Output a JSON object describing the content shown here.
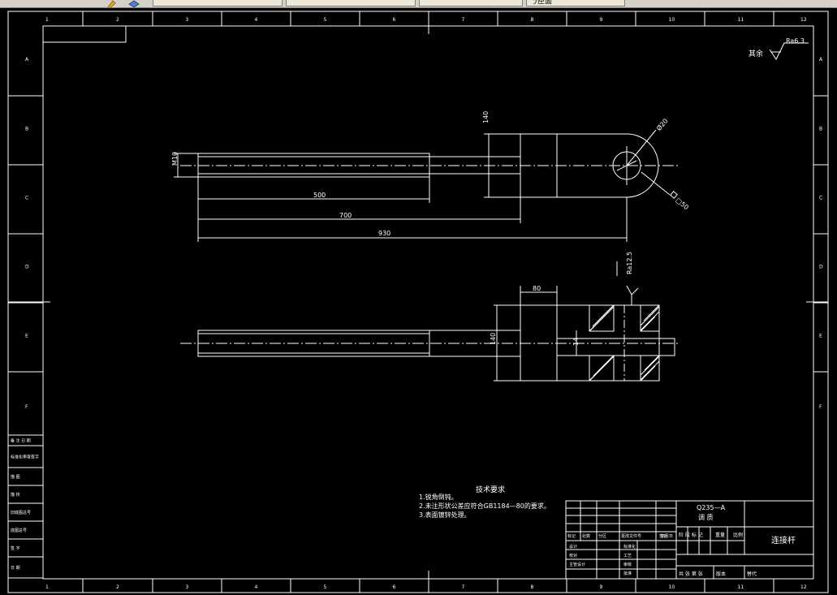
{
  "toolbar": {
    "tab_labels": [
      "",
      "",
      "",
      "",
      "",
      "ㄋ匣面"
    ],
    "icons": [
      "toolbar-tool-icon",
      "layer-stack-icon"
    ]
  },
  "drawing": {
    "colors": {
      "background": "#000000",
      "line": "#ffffff"
    },
    "border": {
      "col_numbers": [
        "1",
        "2",
        "3",
        "4",
        "5",
        "6",
        "7",
        "8",
        "9",
        "10",
        "11",
        "12"
      ],
      "row_letters": [
        "A",
        "B",
        "C",
        "D",
        "E",
        "F"
      ]
    },
    "roughness": {
      "other_label": "其余",
      "value": "Ra6.3"
    },
    "front_view": {
      "diameters": {
        "shank": "M10",
        "block": "140",
        "hole": "Ø20",
        "boss": "□50"
      },
      "lengths": {
        "first": "500",
        "second": "700",
        "third": "930"
      }
    },
    "section_view": {
      "width": "80",
      "height": "140",
      "bore": "14",
      "roughness": "Ra12.5"
    },
    "tech_requirements": {
      "heading": "技术要求",
      "items": [
        "1.锐角倒钝。",
        "2.未注形状公差应符合GB1184—80的要求。",
        "3.表面镀锌处理。"
      ]
    },
    "left_table": {
      "rows": [
        "备 注 日 期",
        "标准化审查签字",
        "描 图",
        "描 校",
        "旧底图总号",
        "底图总号",
        "签 字",
        "日 期"
      ]
    },
    "title_block": {
      "material": "Q235—A",
      "heat_treatment": "调 质",
      "part_name": "连接杆",
      "header_cells": [
        "标记",
        "处数",
        "分区",
        "更改文件号",
        "签名",
        "年月日"
      ],
      "sign_rows": [
        [
          "设计",
          "标准化"
        ],
        [
          "校对",
          "工艺"
        ],
        [
          "主管设计",
          "审核"
        ],
        [
          "",
          "批准"
        ]
      ],
      "stage_labels": [
        "阶 段 标 记",
        "重量",
        "比例"
      ],
      "sheet_info": [
        "共  张 第  张",
        "版本",
        "替代"
      ]
    }
  }
}
